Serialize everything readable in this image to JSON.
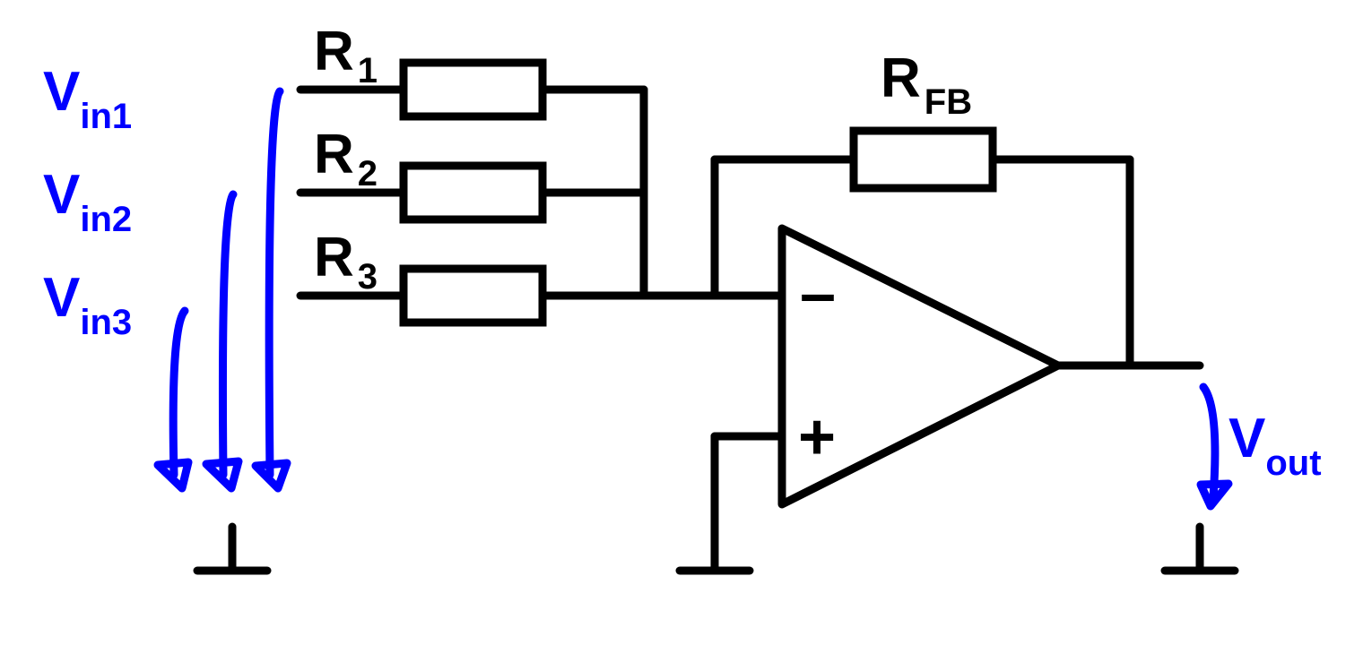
{
  "colors": {
    "wire": "#000000",
    "voltage": "#0000ff",
    "background": "#ffffff"
  },
  "labels": {
    "r1_main": "R",
    "r1_sub": "1",
    "r2_main": "R",
    "r2_sub": "2",
    "r3_main": "R",
    "r3_sub": "3",
    "rfb_main": "R",
    "rfb_sub": "FB",
    "vin1_main": "V",
    "vin1_sub": "in1",
    "vin2_main": "V",
    "vin2_sub": "in2",
    "vin3_main": "V",
    "vin3_sub": "in3",
    "vout_main": "V",
    "vout_sub": "out",
    "opamp_minus": "–",
    "opamp_plus": "+"
  }
}
